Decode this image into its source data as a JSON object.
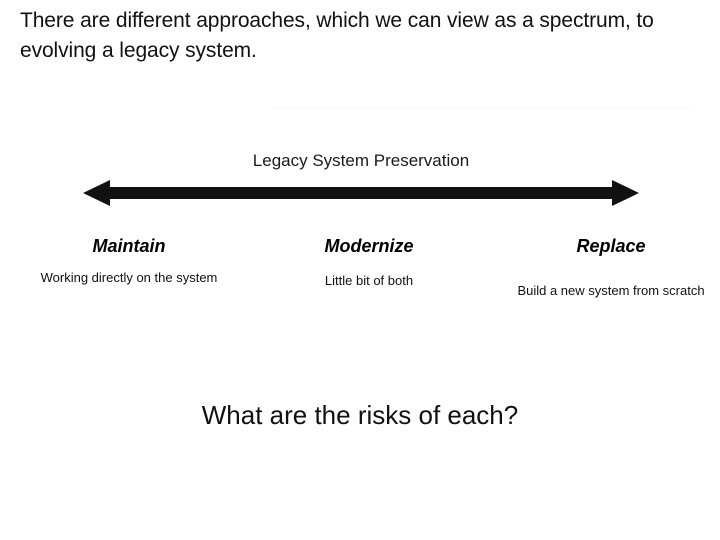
{
  "slide": {
    "heading": "There are different approaches, which we can view as a spectrum, to evolving a legacy system.",
    "spectrum_caption": "Legacy System Preservation",
    "question": "What are the risks of each?",
    "arrow": {
      "name": "double-headed-arrow",
      "color": "#111111",
      "direction": "bidirectional",
      "left_label": "Maintain",
      "right_label": "Replace"
    },
    "divider_color": "#fafafa",
    "points": [
      {
        "title": "Maintain",
        "description": "Working directly on the system"
      },
      {
        "title": "Modernize",
        "description": "Little bit of both"
      },
      {
        "title": "Replace",
        "description": "Build a new system from scratch"
      }
    ]
  }
}
